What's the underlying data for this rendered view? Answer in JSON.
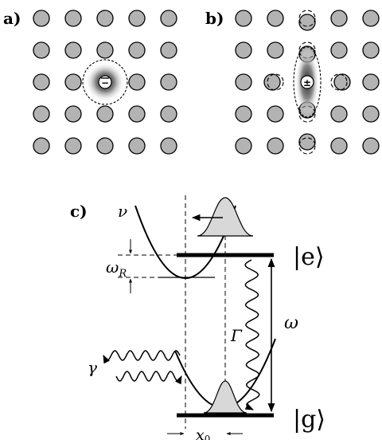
{
  "panels": {
    "a": {
      "label": "a)"
    },
    "b": {
      "label": "b)"
    },
    "c": {
      "label": "c)"
    }
  },
  "symbols": {
    "nu": "ν",
    "omega_R": "ω",
    "omega_R_sub": "R",
    "Gamma": "Γ",
    "omega": "ω",
    "gamma": "γ",
    "x0": "x",
    "x0_sub": "0",
    "ket_e": "|e⟩",
    "ket_g": "|g⟩",
    "charge_a": "−",
    "charge_b": "±"
  },
  "colors": {
    "atom_fill": "#b3b3b3",
    "line": "#000000",
    "glow": "#3a3a3a"
  }
}
